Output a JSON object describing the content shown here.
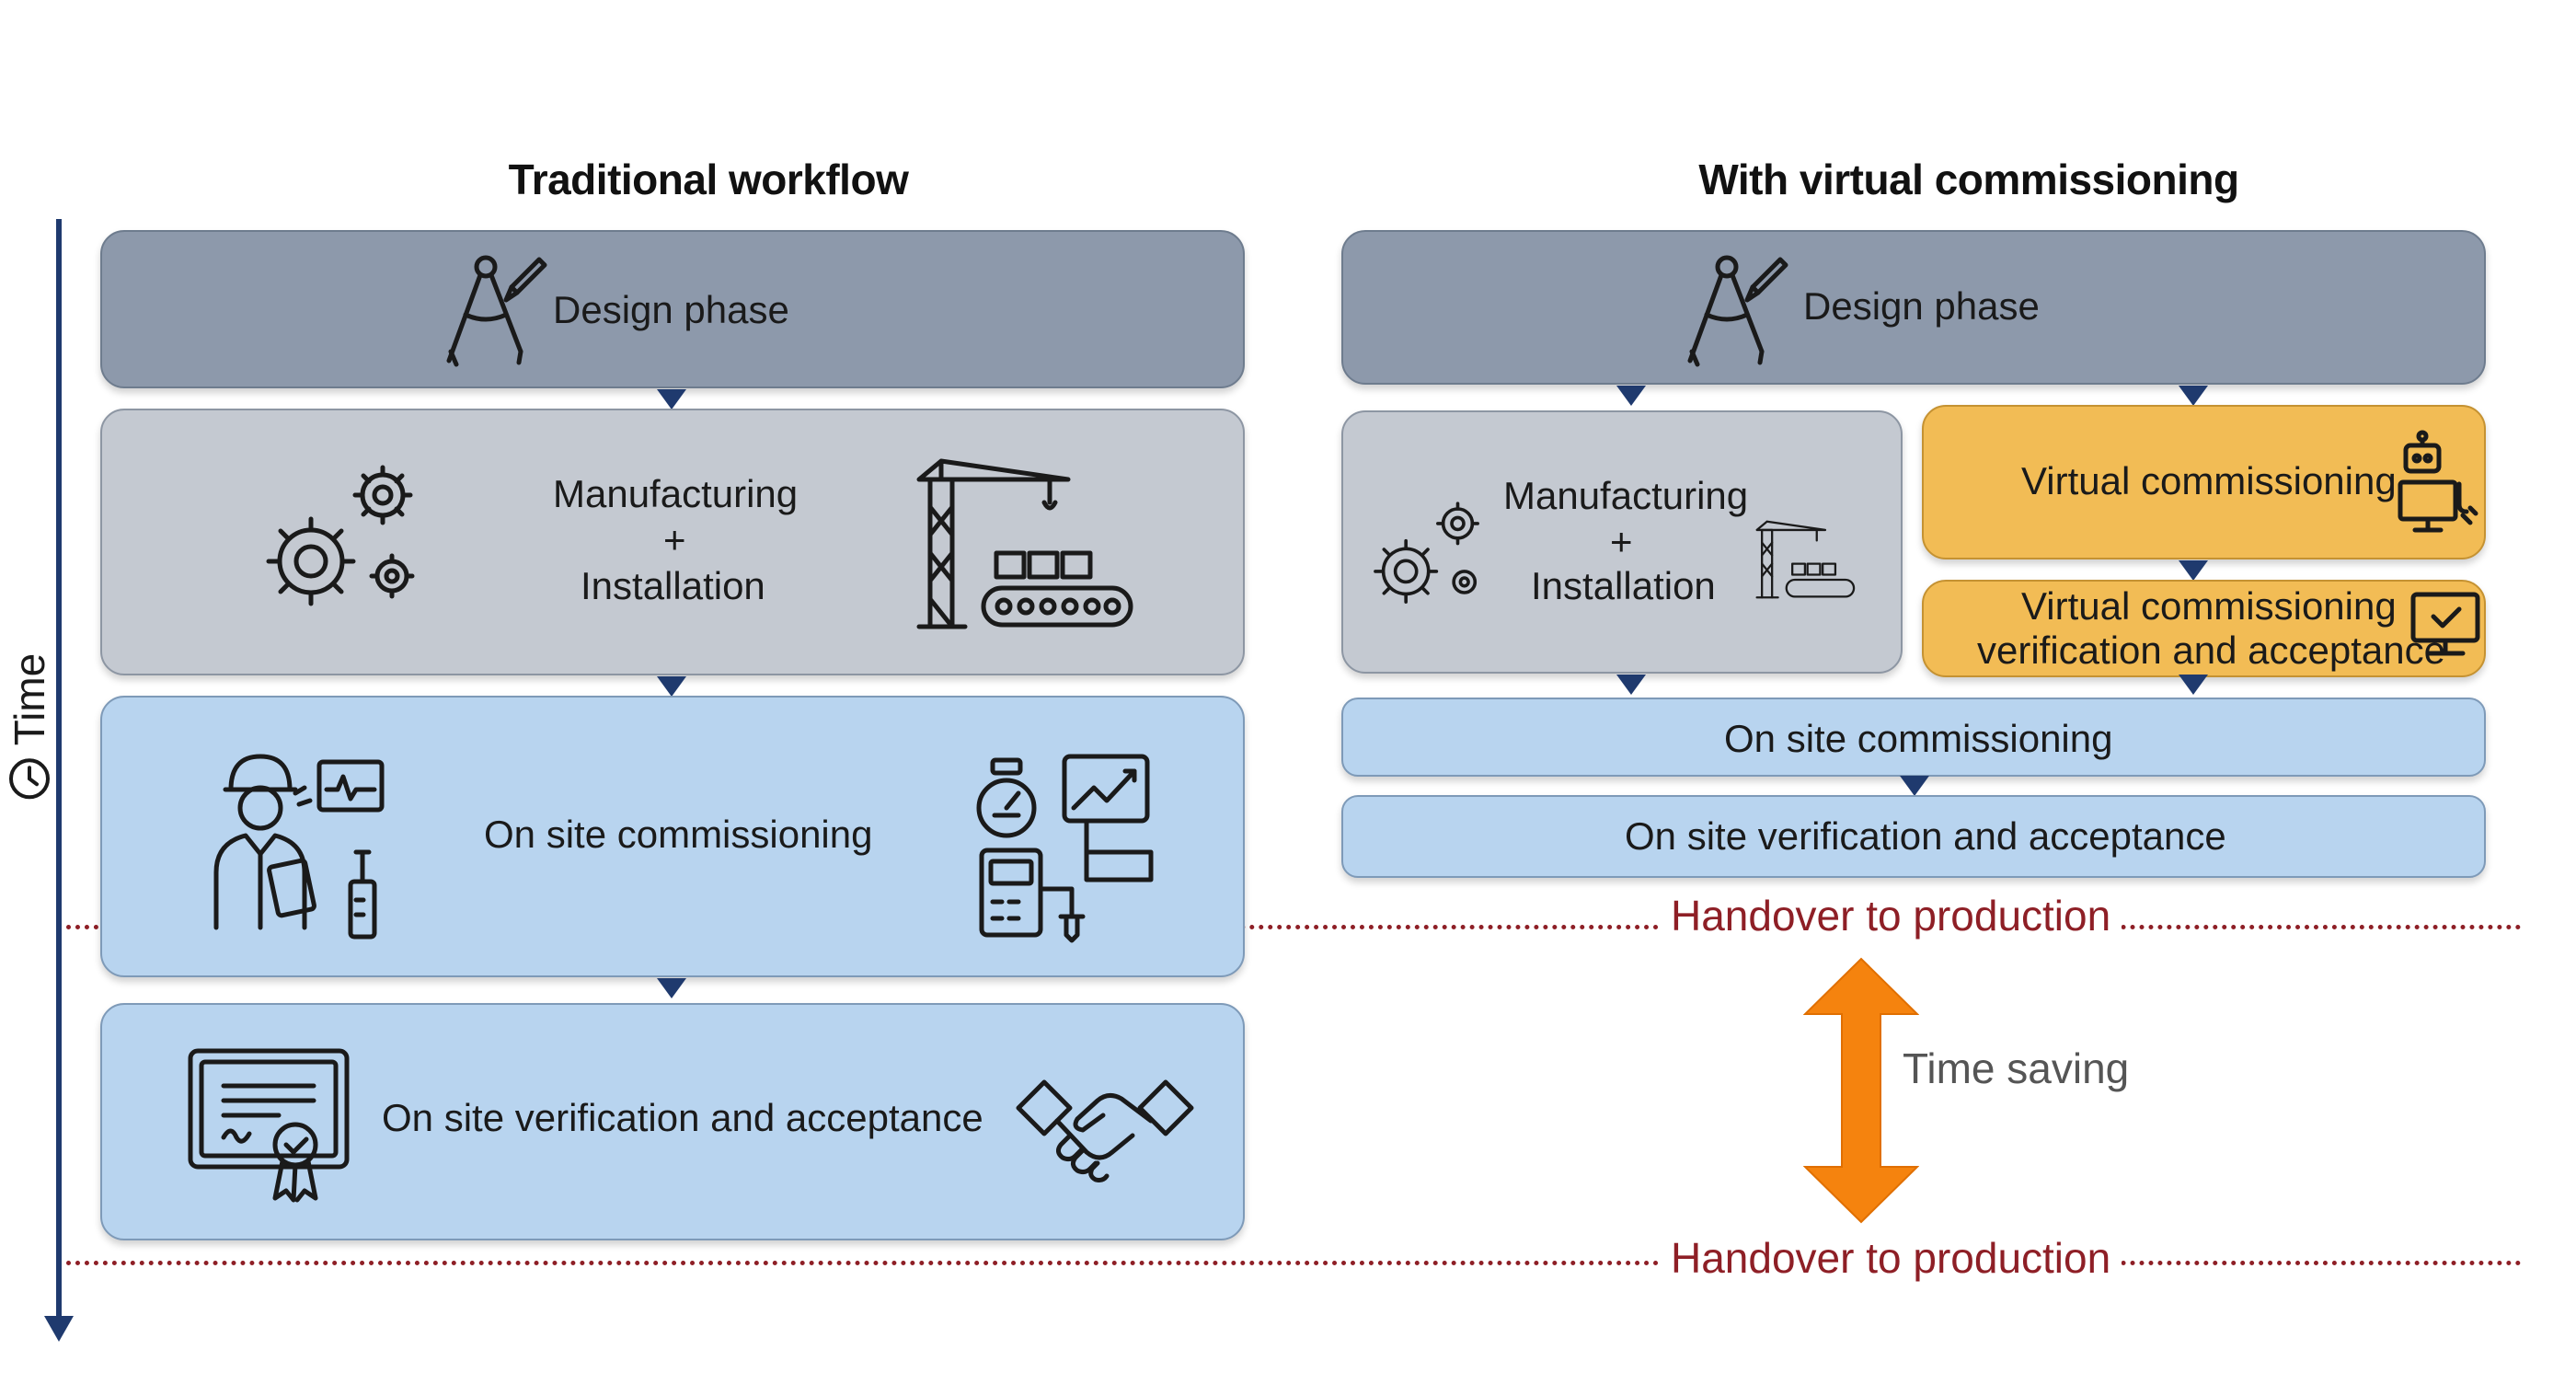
{
  "timeline": {
    "label": "Time"
  },
  "traditional": {
    "title": "Traditional workflow",
    "design": "Design phase",
    "mfg_line1": "Manufacturing",
    "mfg_line2": "+",
    "mfg_line3": "Installation",
    "commissioning": "On site commissioning",
    "verification": "On site verification and acceptance"
  },
  "virtual": {
    "title": "With virtual commissioning",
    "design": "Design phase",
    "mfg_line1": "Manufacturing",
    "mfg_line2": "+",
    "mfg_line3": "Installation",
    "vc": "Virtual commissioning",
    "vc_verify_line1": "Virtual commissioning",
    "vc_verify_line2": "verification and acceptance",
    "commissioning": "On site commissioning",
    "verification": "On site verification and acceptance"
  },
  "handover": {
    "early": "Handover to production",
    "late": "Handover to production"
  },
  "time_saving": "Time saving",
  "icons": [
    "drafting-compass-icon",
    "gears-icon",
    "crane-conveyor-icon",
    "engineer-tablet-icon",
    "gauge-chart-icon",
    "certificate-icon",
    "handshake-icon",
    "robot-computer-icon",
    "monitor-check-icon",
    "clock-icon"
  ],
  "colors": {
    "design": "#8d99ab",
    "manufacturing": "#c4c9d1",
    "onsite": "#b8d4ef",
    "virtual": "#f2bc55",
    "handover": "#8e1f26",
    "time_saving_arrow": "#f5830e",
    "timeline": "#1f3a6e"
  }
}
